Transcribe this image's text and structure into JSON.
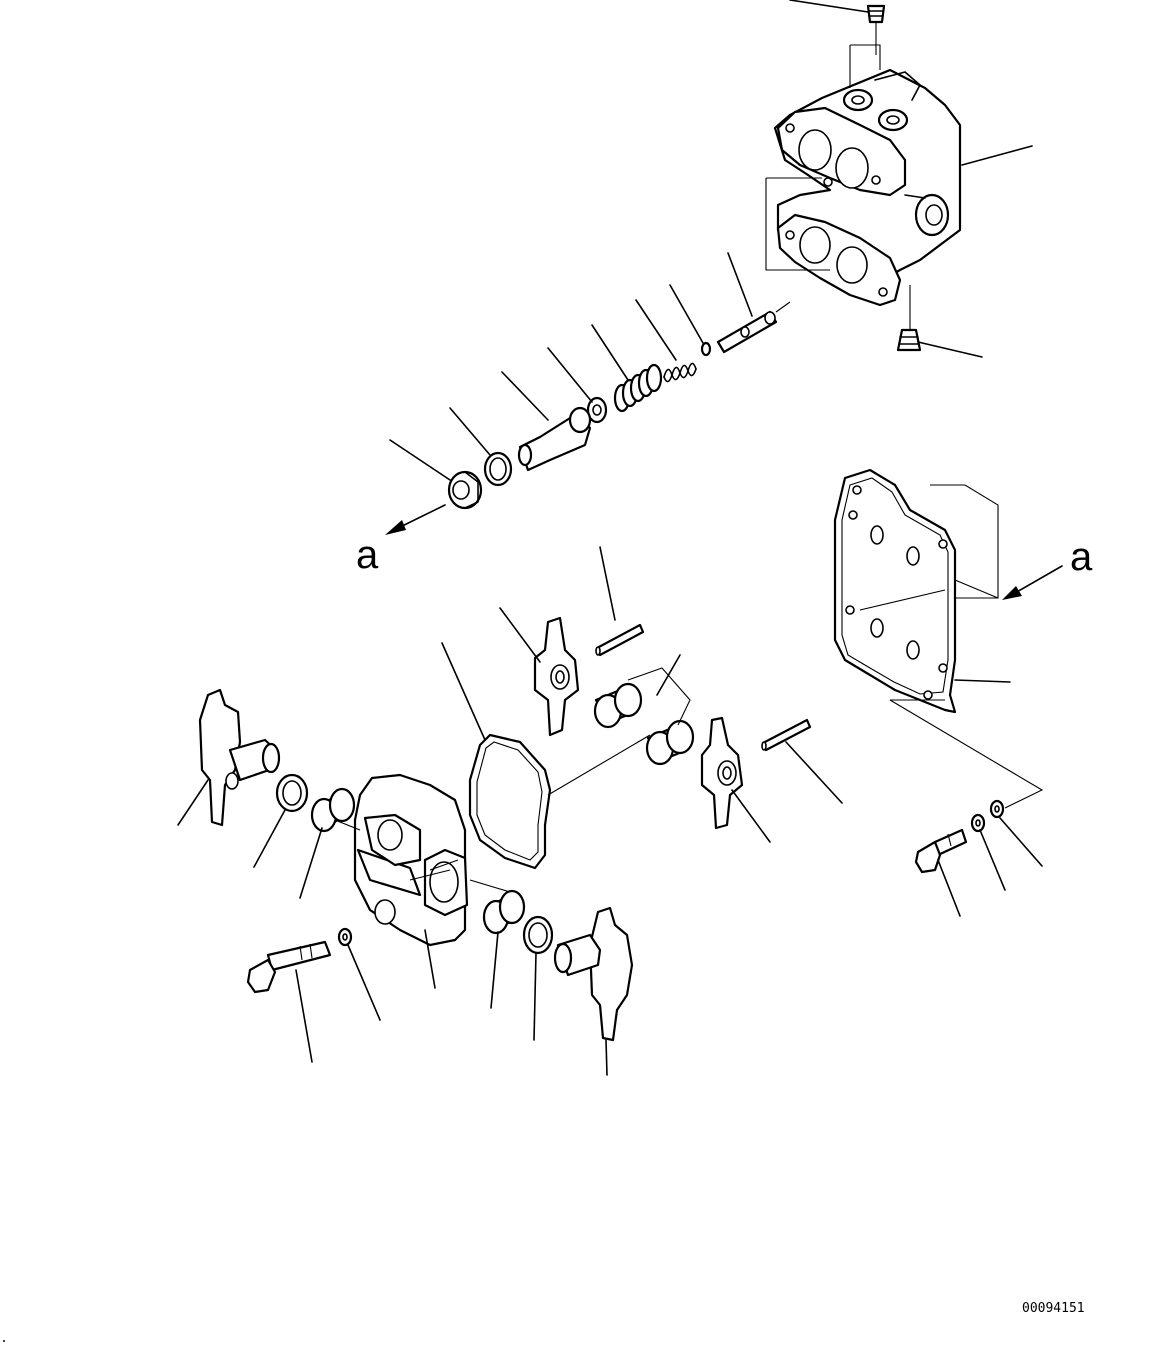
{
  "diagram": {
    "view_label_left": "a",
    "view_label_right": "a",
    "figure_code": "00094151"
  }
}
